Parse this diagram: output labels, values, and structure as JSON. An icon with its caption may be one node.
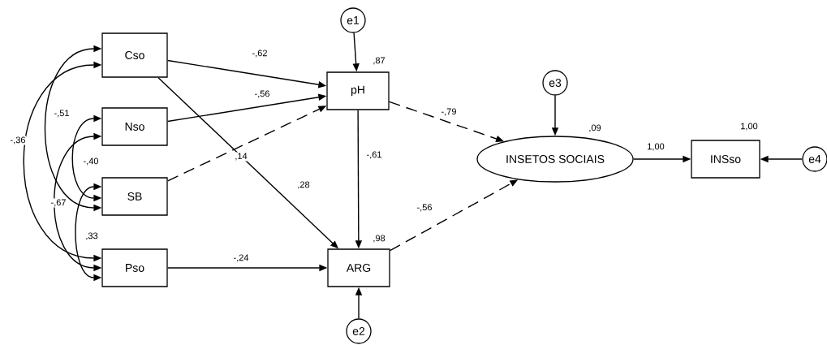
{
  "diagram": {
    "nodes": [
      {
        "text": [
          "e1"
        ]
      },
      {
        "text": [
          "Cso"
        ]
      },
      {
        "text": [
          "pH"
        ],
        "beside": [
          ",87"
        ]
      },
      {
        "text": [
          "e3"
        ]
      },
      {
        "text": [
          "INSETOS SOCIAIS"
        ],
        "beside": [
          ",09"
        ]
      },
      {
        "text": [
          "INSso"
        ],
        "beside": [
          "1,00"
        ]
      },
      {
        "text": [
          "e4"
        ]
      },
      {
        "text": [
          "Nso"
        ]
      },
      {
        "text": [
          "SB"
        ]
      },
      {
        "text": [
          "Pso"
        ]
      },
      {
        "text": [
          "ARG"
        ],
        "beside": [
          ",98"
        ]
      },
      {
        "text": [
          "e2"
        ]
      }
    ],
    "edges": [
      {
        "from": 0,
        "to": 2,
        "arrow": "to"
      },
      {
        "from": 1,
        "to": 2,
        "arrow": "to",
        "label": "-,62"
      },
      {
        "from": 7,
        "to": 2,
        "arrow": "to",
        "label": "-,56"
      },
      {
        "from": 8,
        "to": 2,
        "arrow": "to",
        "label": ",14",
        "style": "dashed"
      },
      {
        "from": 1,
        "to": 10,
        "arrow": "to",
        "label": ",28"
      },
      {
        "from": 2,
        "to": 10,
        "arrow": "to",
        "label": "-,61"
      },
      {
        "from": 9,
        "to": 10,
        "arrow": "to",
        "label": "-,24"
      },
      {
        "from": 2,
        "to": 4,
        "arrow": "to",
        "label": "-,79",
        "style": "dashed"
      },
      {
        "from": 10,
        "to": 4,
        "arrow": "to",
        "label": "-,56",
        "style": "dashed"
      },
      {
        "from": 3,
        "to": 4,
        "arrow": "to"
      },
      {
        "from": 4,
        "to": 5,
        "arrow": "to",
        "label": "1,00"
      },
      {
        "from": 6,
        "to": 5,
        "arrow": "to"
      },
      {
        "from": 11,
        "to": 10,
        "arrow": "to"
      },
      {
        "from": 1,
        "to": 8,
        "arrow": "both",
        "label": "-,51"
      },
      {
        "from": 1,
        "to": 9,
        "arrow": "both",
        "label": "-,36"
      },
      {
        "from": 7,
        "to": 8,
        "arrow": "both",
        "label": "-,40"
      },
      {
        "from": 7,
        "to": 9,
        "arrow": "both",
        "label": "-,67"
      },
      {
        "from": 8,
        "to": 9,
        "arrow": "both",
        "label": ",33"
      }
    ]
  }
}
